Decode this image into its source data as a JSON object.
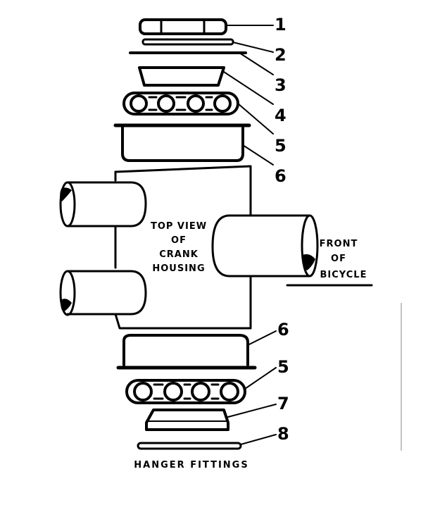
{
  "labels": {
    "n1": "1",
    "n2": "2",
    "n3": "3",
    "n4": "4",
    "n5_top": "5",
    "n6_top": "6",
    "n6_bottom": "6",
    "n5_bottom": "5",
    "n7": "7",
    "n8": "8"
  },
  "housing_text": {
    "line1": "TOP VIEW",
    "line2": "OF",
    "line3": "CRANK",
    "line4": "HOUSING"
  },
  "front_text": {
    "line1": "FRONT",
    "line2": "OF",
    "line3": "BICYCLE"
  },
  "caption": "HANGER FITTINGS"
}
